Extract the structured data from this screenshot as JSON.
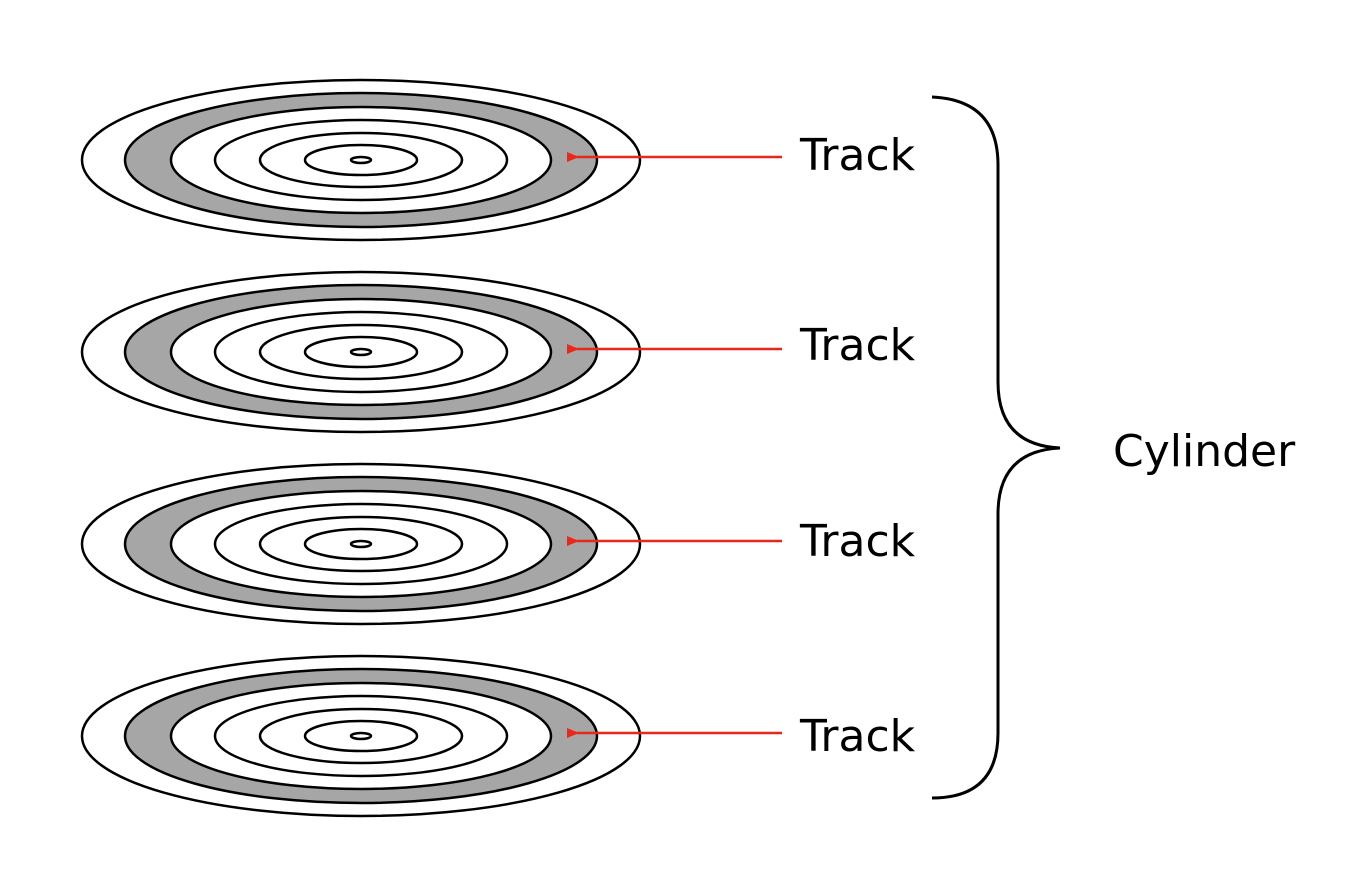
{
  "diagram": {
    "platters": [
      {
        "track_label": "Track"
      },
      {
        "track_label": "Track"
      },
      {
        "track_label": "Track"
      },
      {
        "track_label": "Track"
      }
    ],
    "cylinder_label": "Cylinder",
    "colors": {
      "track_fill": "#a6a6a6",
      "arrow": "#e8271d",
      "outline": "#000000",
      "background": "#ffffff"
    }
  }
}
